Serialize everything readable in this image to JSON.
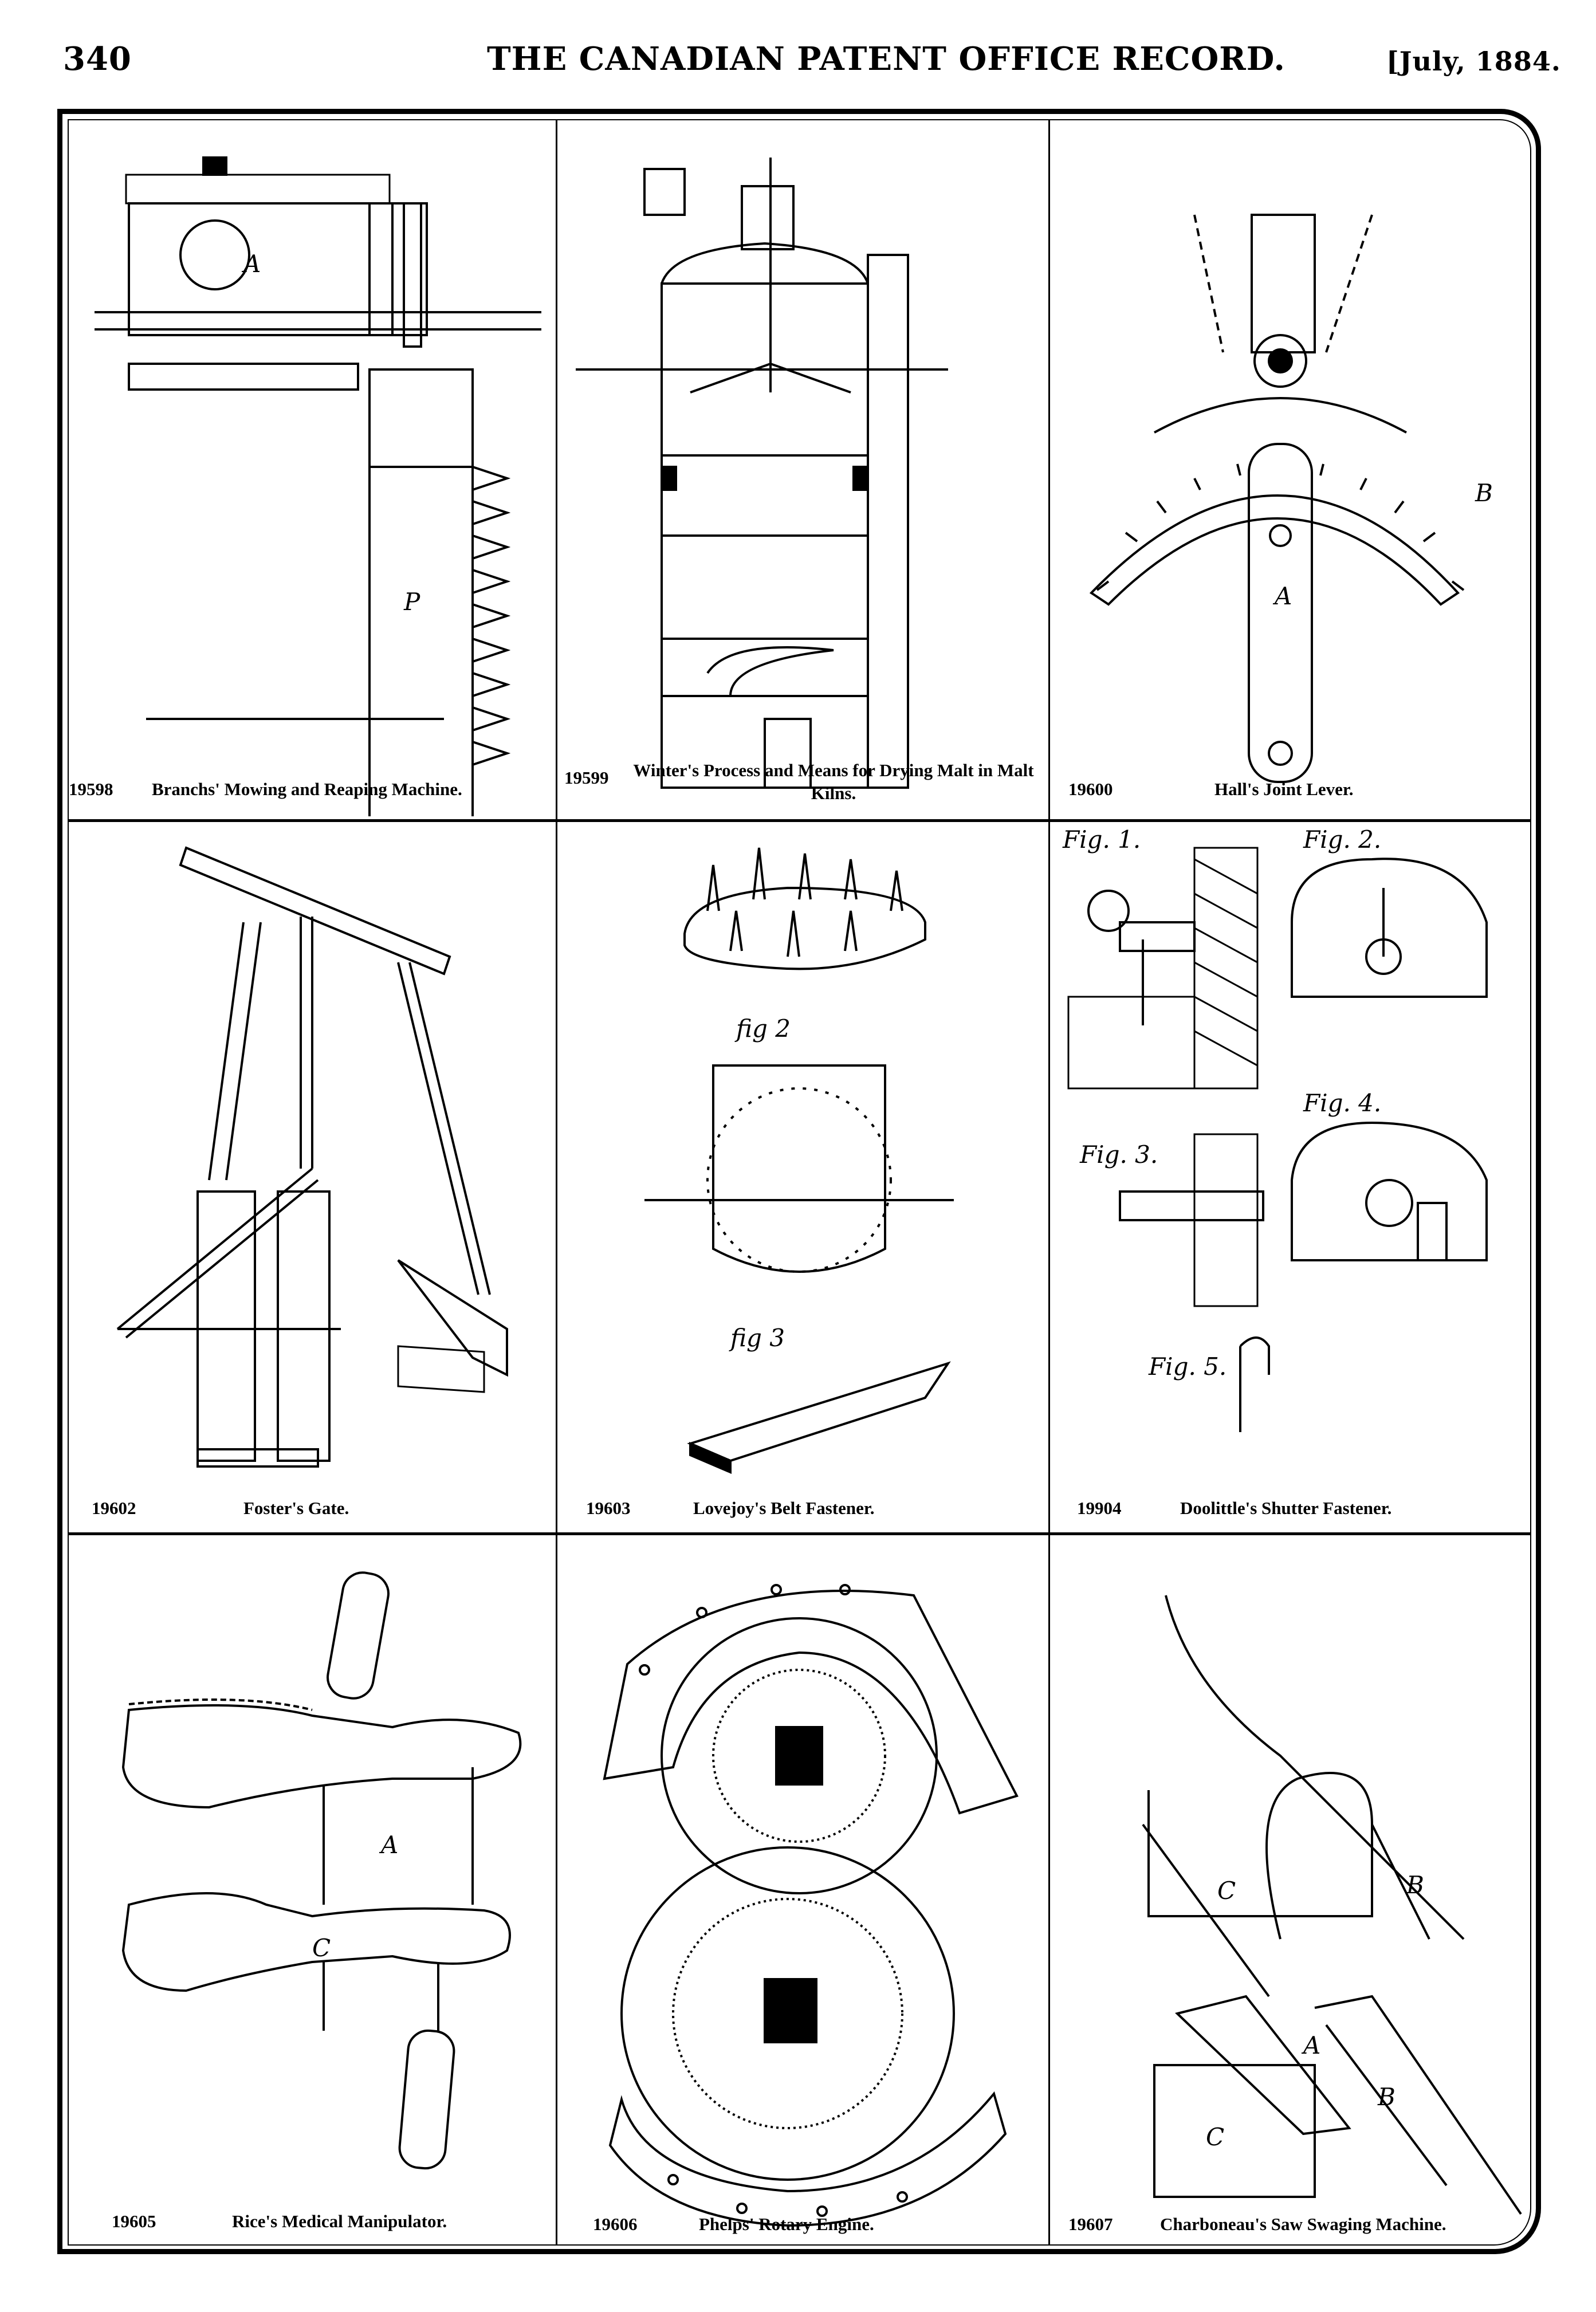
{
  "header": {
    "page_number": "340",
    "title": "THE CANADIAN PATENT OFFICE RECORD.",
    "date": "[July, 1884."
  },
  "patents": [
    {
      "number": "19598",
      "title": "Branchs' Mowing and Reaping Machine."
    },
    {
      "number": "19599",
      "title": "Winter's Process and Means for Drying Malt in Malt Kilns."
    },
    {
      "number": "19600",
      "title": "Hall's Joint Lever."
    },
    {
      "number": "19602",
      "title": "Foster's Gate."
    },
    {
      "number": "19603",
      "title": "Lovejoy's Belt Fastener."
    },
    {
      "number": "19904",
      "title": "Doolittle's Shutter Fastener."
    },
    {
      "number": "19605",
      "title": "Rice's Medical Manipulator."
    },
    {
      "number": "19606",
      "title": "Phelps' Rotary Engine."
    },
    {
      "number": "19607",
      "title": "Charboneau's Saw Swaging Machine."
    }
  ],
  "figure_labels": {
    "fig2": "fig 2",
    "fig3": "fig 3",
    "doolittle_fig1": "Fig. 1.",
    "doolittle_fig2": "Fig. 2.",
    "doolittle_fig3": "Fig. 3.",
    "doolittle_fig4": "Fig. 4.",
    "doolittle_fig5": "Fig. 5."
  }
}
